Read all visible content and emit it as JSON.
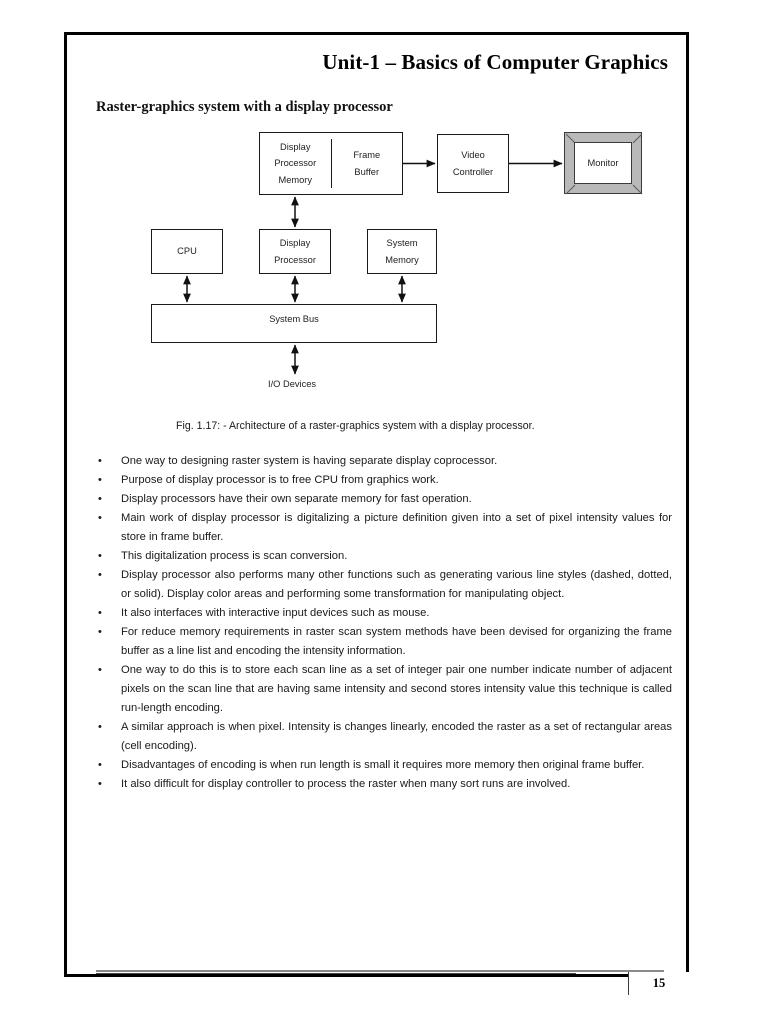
{
  "header": {
    "title": "Unit-1 – Basics of Computer Graphics"
  },
  "section": {
    "heading": "Raster-graphics system with a display processor"
  },
  "diagram": {
    "boxes": {
      "display_processor_memory": [
        "Display",
        "Processor",
        "Memory"
      ],
      "frame_buffer": [
        "Frame",
        "Buffer"
      ],
      "video_controller": [
        "Video",
        "Controller"
      ],
      "monitor": "Monitor",
      "cpu": "CPU",
      "display_processor": [
        "Display",
        "Processor"
      ],
      "system_memory": [
        "System",
        "Memory"
      ],
      "system_bus": "System Bus"
    },
    "io_label": "I/O Devices",
    "caption": "Fig. 1.17: - Architecture of a raster-graphics system with a display processor."
  },
  "bullets": [
    "One way to designing raster system is having separate display coprocessor.",
    "Purpose of display processor is to free CPU from graphics work.",
    "Display processors have their own separate memory for fast operation.",
    "Main work of display processor is digitalizing a picture definition given into a set of pixel intensity values for store in frame buffer.",
    "This digitalization process is scan conversion.",
    "Display processor also performs many other functions such as generating various line styles (dashed, dotted, or solid). Display color areas and performing some transformation for manipulating object.",
    "It also interfaces with interactive input devices such as mouse.",
    "For reduce memory requirements in raster scan system methods have been devised for organizing the frame buffer as a line list and encoding the intensity information.",
    "One way to do this is to store each scan line as a set of integer pair one number indicate number of adjacent pixels on the scan line that are having same intensity and second stores intensity value this technique is called run-length encoding.",
    "A similar approach is when pixel. Intensity is changes linearly, encoded the raster as a set of rectangular areas (cell encoding).",
    "Disadvantages of encoding is when run length is small it requires more memory then original frame buffer.",
    "It also difficult for display controller to process the raster when many sort runs are involved."
  ],
  "bullet_marker": "•",
  "footer": {
    "page_number": "15"
  },
  "colors": {
    "ink": "#1a1a1a",
    "border": "#000000",
    "monitor_bevel": "#b9b9b9"
  }
}
